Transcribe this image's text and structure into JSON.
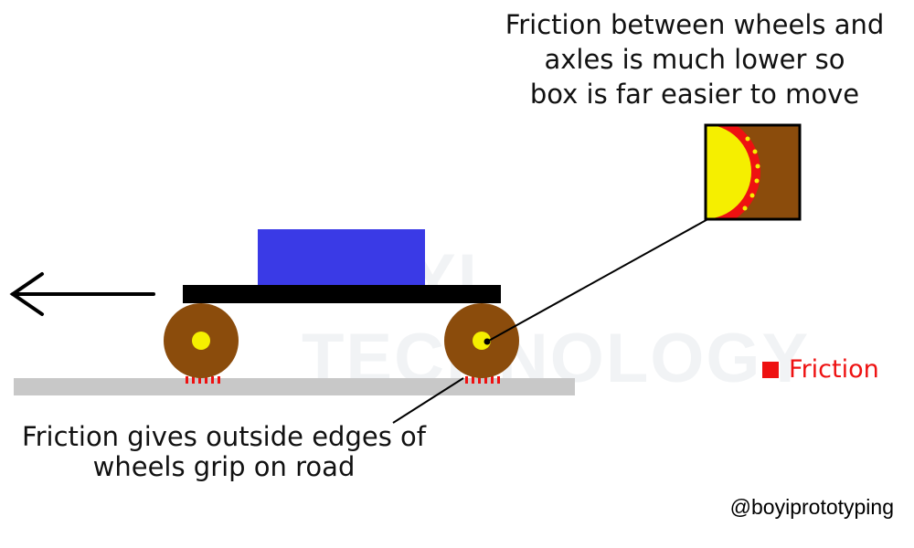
{
  "annotations": {
    "axle_note_lines": [
      "Friction between wheels and",
      "axles is much lower so",
      "box is far easier to move"
    ],
    "road_note_lines": [
      "Friction gives outside edges of",
      "wheels grip on road"
    ]
  },
  "legend": {
    "label": "Friction",
    "color": "#ee1111"
  },
  "watermark": {
    "text": "BOYI TECHNOLOGY"
  },
  "credit": {
    "handle": "@boyiprototyping"
  },
  "colors": {
    "box": "#3a3ae6",
    "platform": "#000000",
    "wheel": "#8b4c0c",
    "axle": "#f5ef00",
    "road": "#c8c8c8",
    "friction": "#ee1111",
    "arrow": "#000000"
  },
  "icons": {
    "direction": "arrow-left-icon"
  }
}
